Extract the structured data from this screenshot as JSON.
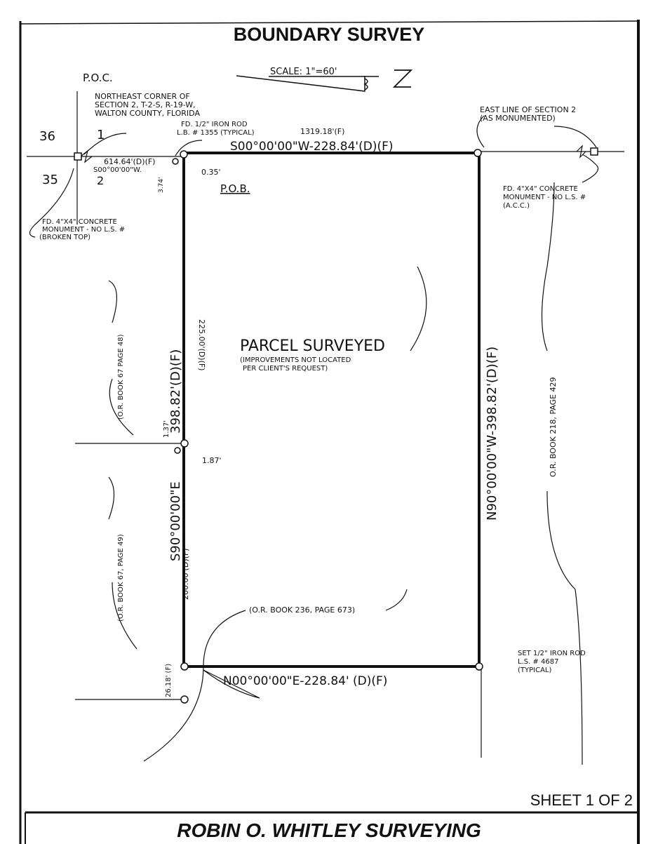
{
  "title": "BOUNDARY SURVEY",
  "scale": "SCALE: 1\"=60'",
  "north_arrow": "north-arrow",
  "poc": {
    "label": "P.O.C.",
    "line1": "NORTHEAST CORNER OF",
    "line2": "SECTION 2, T-2-S, R-19-W,",
    "line3": "WALTON COUNTY, FLORIDA"
  },
  "sections": {
    "s36": "36",
    "s35": "35",
    "s1": "1",
    "s2": "2"
  },
  "iron_rod_found": {
    "line1": "FD. 1/2\" IRON ROD",
    "line2": "L.B. # 1355 (TYPICAL)"
  },
  "tie": {
    "distance": "614.64'(D)(F)",
    "bearing": "S00°00'00\"W.",
    "offset_374": "3.74'",
    "offset_035": "0.35'"
  },
  "pob": "P.O.B.",
  "section_total": "1319.18'(F)",
  "monument_west": {
    "line1": "FD. 4\"X4\" CONCRETE",
    "line2": "MONUMENT - NO L.S. #",
    "line3": "(BROKEN TOP)"
  },
  "east_line": {
    "line1": "EAST LINE OF SECTION 2",
    "line2": "(AS MONUMENTED)"
  },
  "monument_east": {
    "line1": "FD. 4\"X4\" CONCRETE",
    "line2": "MONUMENT - NO L.S. #",
    "line3": "(A.C.C.)"
  },
  "lines": {
    "north": "S00°00'00\"W-228.84'(D)(F)",
    "south": "N00°00'00\"E-228.84' (D)(F)",
    "east": "N90°00'00\"W-398.82'(D)(F)",
    "west_total": "398.82'(D)(F)",
    "west_bearing": "S90°00'00\"E",
    "west_upper": "225.00'(D)(F)",
    "west_lower": "200.00'(D)(F)",
    "offset_137": "1.37'",
    "offset_187": "1.87'",
    "offset_2618": "26.18' (F)"
  },
  "parcel": {
    "label": "PARCEL SURVEYED",
    "note1": "(IMPROVEMENTS NOT LOCATED",
    "note2": "PER CLIENT'S REQUEST)"
  },
  "adjoiners": {
    "west_upper": "(O.R. BOOK 67 PAGE 48)",
    "west_lower": "(O.R. BOOK 67, PAGE 49)",
    "south": "(O.R. BOOK 236, PAGE 673)",
    "east": "O.R. BOOK 218, PAGE 429"
  },
  "iron_rod_set": {
    "line1": "SET 1/2\" IRON ROD",
    "line2": "L.S. # 4687",
    "line3": "(TYPICAL)"
  },
  "sheet": "SHEET 1 OF 2",
  "firm": "ROBIN O. WHITLEY SURVEYING"
}
